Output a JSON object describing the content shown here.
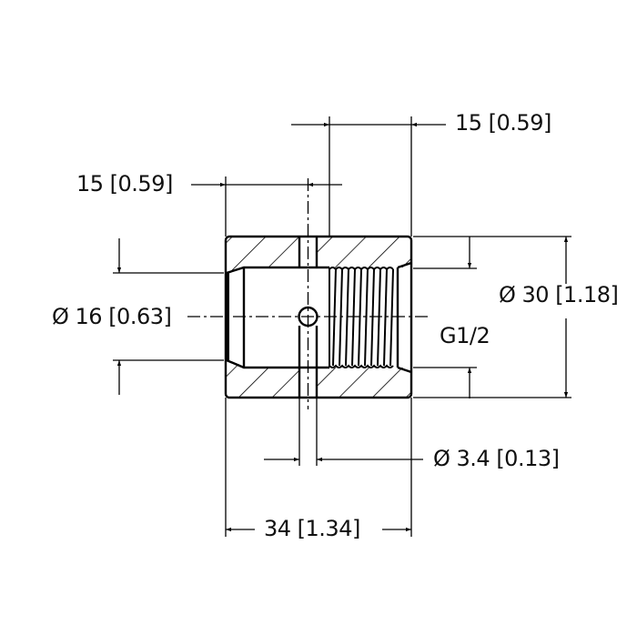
{
  "drawing": {
    "type": "technical-section-drawing",
    "part": "threaded sleeve with cross hole",
    "line_color": "#000000",
    "background": "#ffffff"
  },
  "dimensions": {
    "top_right_width": "15 [0.59]",
    "top_left_width": "15 [0.59]",
    "bore_diameter": "Ø 16 [0.63]",
    "thread": "G1/2",
    "outer_diameter": "Ø 30 [1.18]",
    "cross_hole_diameter": "Ø 3.4 [0.13]",
    "overall_length": "34 [1.34]"
  }
}
